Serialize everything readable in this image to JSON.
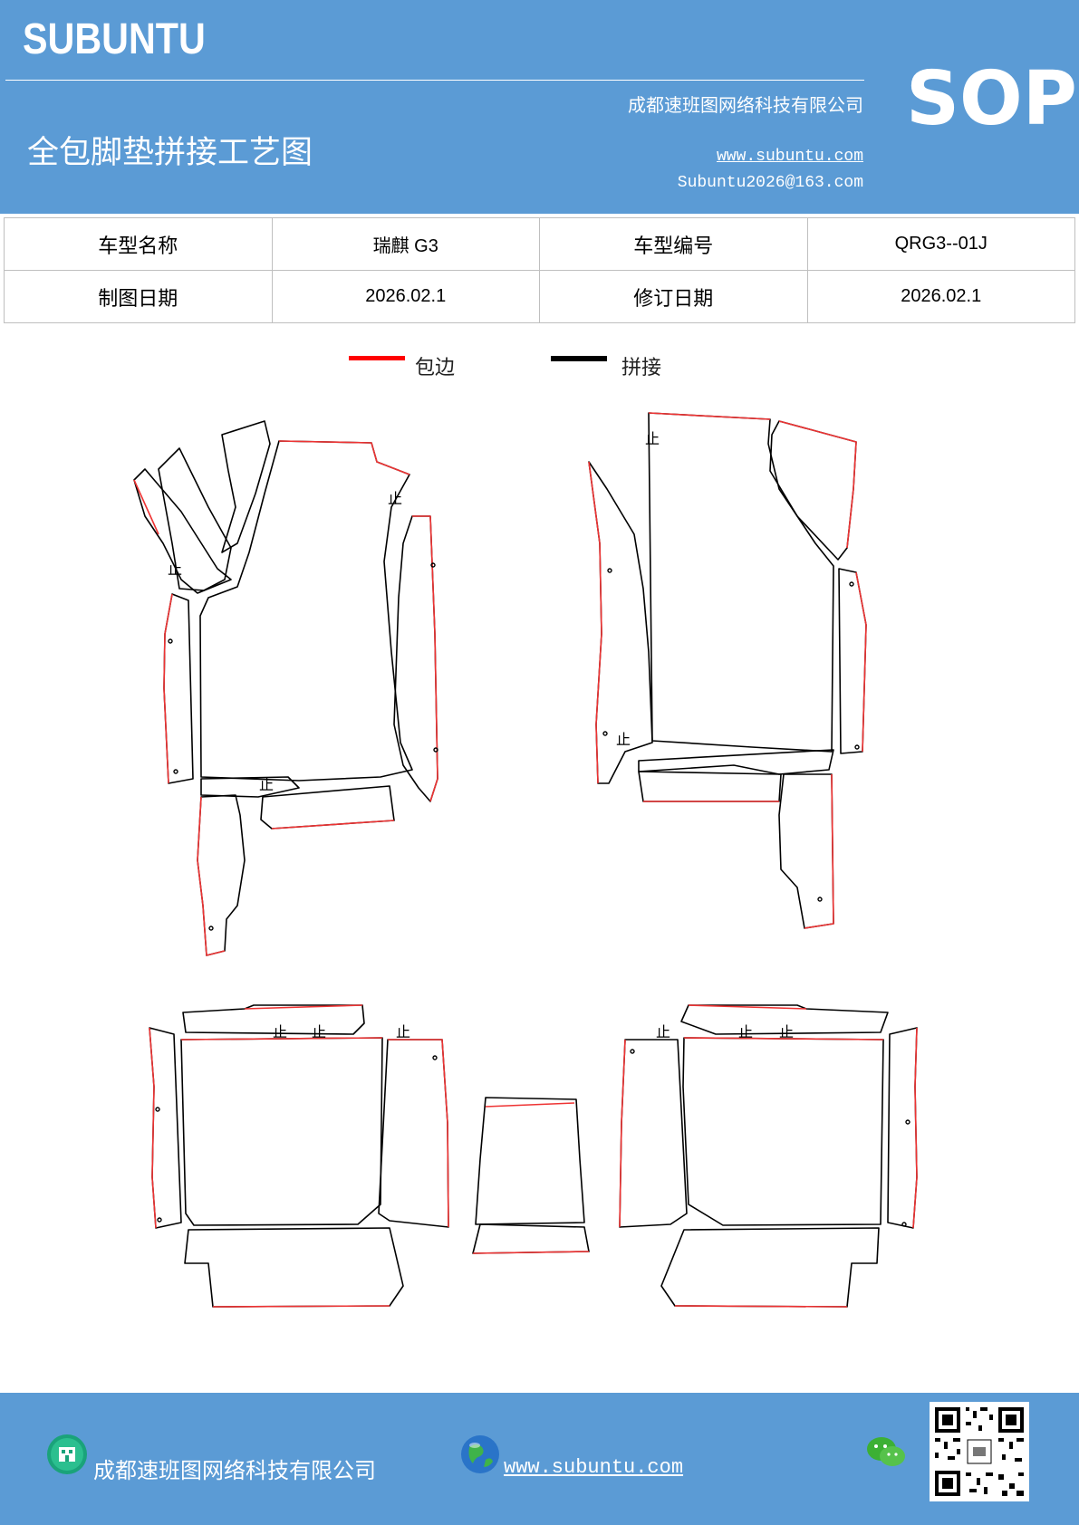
{
  "header": {
    "brand": "SUBUNTU",
    "company": "成都速班图网络科技有限公司",
    "doc_title": "全包脚垫拼接工艺图",
    "website": "www.subuntu.com",
    "email": "Subuntu2026@163.com",
    "badge": "SOP"
  },
  "info_table": {
    "rows": [
      {
        "label1": "车型名称",
        "value1": "瑞麒 G3",
        "label2": "车型编号",
        "value2": "QRG3--01J"
      },
      {
        "label1": "制图日期",
        "value1": "2026.02.1",
        "label2": "修订日期",
        "value2": "2026.02.1"
      }
    ]
  },
  "legend": {
    "edge_label": "包边",
    "edge_color": "#ff0000",
    "join_label": "拼接",
    "join_color": "#000000"
  },
  "drawing": {
    "stop_mark": "止"
  },
  "footer": {
    "company": "成都速班图网络科技有限公司",
    "website": "www.subuntu.com",
    "icons": [
      "building-icon",
      "globe-icon",
      "wechat-icon",
      "qr-code"
    ]
  }
}
